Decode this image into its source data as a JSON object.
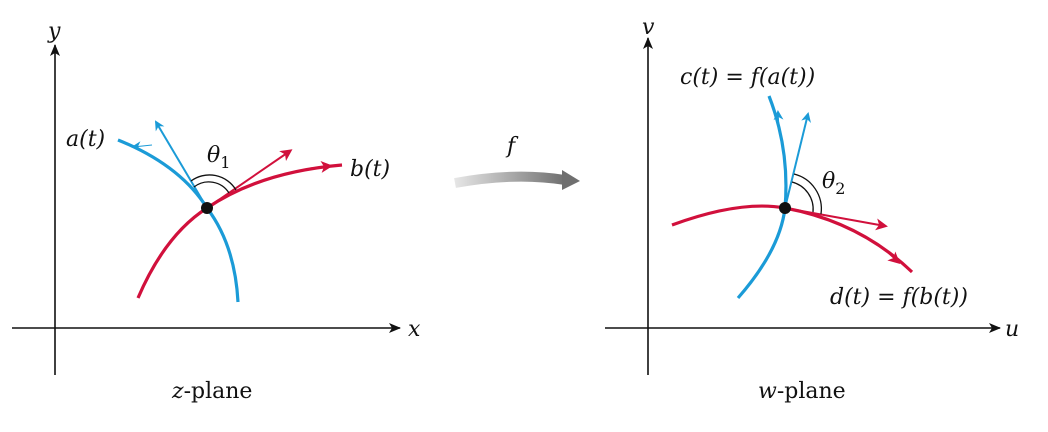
{
  "left_plane": {
    "x_axis": "x",
    "y_axis": "y",
    "curve_a": "a(t)",
    "curve_b": "b(t)",
    "angle": {
      "symbol": "θ",
      "sub": "1"
    },
    "caption_var": "z",
    "caption_rest": "-plane"
  },
  "mapping": {
    "label": "f"
  },
  "right_plane": {
    "x_axis": "u",
    "y_axis": "v",
    "curve_c": "c(t) = f(a(t))",
    "curve_d": "d(t) = f(b(t))",
    "angle": {
      "symbol": "θ",
      "sub": "2"
    },
    "caption_var": "w",
    "caption_rest": "-plane"
  },
  "colors": {
    "blue": "#1b9bd7",
    "red": "#d1103c"
  }
}
